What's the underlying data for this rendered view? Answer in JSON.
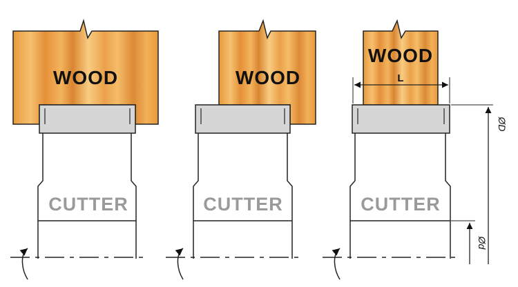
{
  "labels": {
    "wood": "WOOD",
    "cutter": "CUTTER",
    "length": "L",
    "outer_diameter": "ØD",
    "bore_diameter": "Ød"
  },
  "colors": {
    "wood_base": "#f0a848",
    "wood_light": "#f8c878",
    "wood_dark": "#c87c30",
    "cutter_band": "#d6d6d6",
    "outline": "#222222",
    "cutter_text": "#9a9a9a"
  }
}
